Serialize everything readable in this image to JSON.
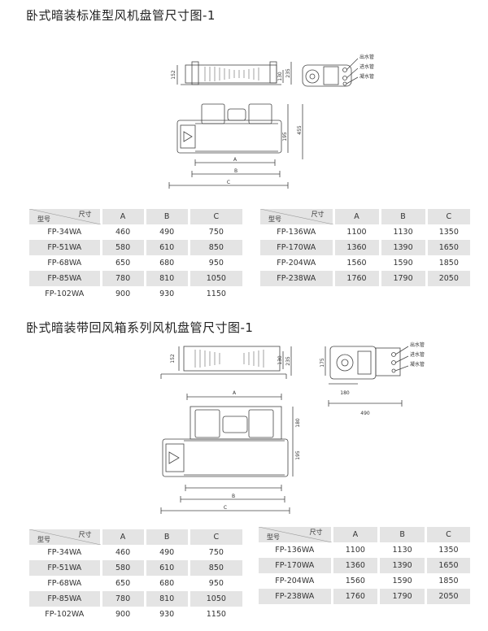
{
  "section1": {
    "title": "卧式暗装标准型风机盘管尺寸图-1",
    "dims": {
      "d152": "152",
      "d130": "130",
      "d235": "235",
      "d455": "455",
      "d195": "195",
      "A": "A",
      "B": "B",
      "C": "C"
    },
    "pipes": {
      "outlet": "出水管",
      "inlet": "进水管",
      "drain": "凝水管"
    }
  },
  "section2": {
    "title": "卧式暗装带回风箱系列风机盘管尺寸图-1",
    "dims": {
      "d152": "152",
      "d130": "130",
      "d235": "235",
      "d175": "175",
      "d180v": "180",
      "d195": "195",
      "d180h": "180",
      "d490": "490",
      "A": "A",
      "B": "B",
      "C": "C"
    },
    "pipes": {
      "outlet": "出水管",
      "inlet": "进水管",
      "drain": "凝水管"
    }
  },
  "table_header": {
    "size": "尺寸",
    "model": "型号",
    "A": "A",
    "B": "B",
    "C": "C"
  },
  "tables": {
    "left": [
      {
        "model": "FP-34WA",
        "A": "460",
        "B": "490",
        "C": "750"
      },
      {
        "model": "FP-51WA",
        "A": "580",
        "B": "610",
        "C": "850"
      },
      {
        "model": "FP-68WA",
        "A": "650",
        "B": "680",
        "C": "950"
      },
      {
        "model": "FP-85WA",
        "A": "780",
        "B": "810",
        "C": "1050"
      },
      {
        "model": "FP-102WA",
        "A": "900",
        "B": "930",
        "C": "1150"
      }
    ],
    "right": [
      {
        "model": "FP-136WA",
        "A": "1100",
        "B": "1130",
        "C": "1350"
      },
      {
        "model": "FP-170WA",
        "A": "1360",
        "B": "1390",
        "C": "1650"
      },
      {
        "model": "FP-204WA",
        "A": "1560",
        "B": "1590",
        "C": "1850"
      },
      {
        "model": "FP-238WA",
        "A": "1760",
        "B": "1790",
        "C": "2050"
      },
      {
        "model": "",
        "A": "",
        "B": "",
        "C": ""
      }
    ]
  }
}
